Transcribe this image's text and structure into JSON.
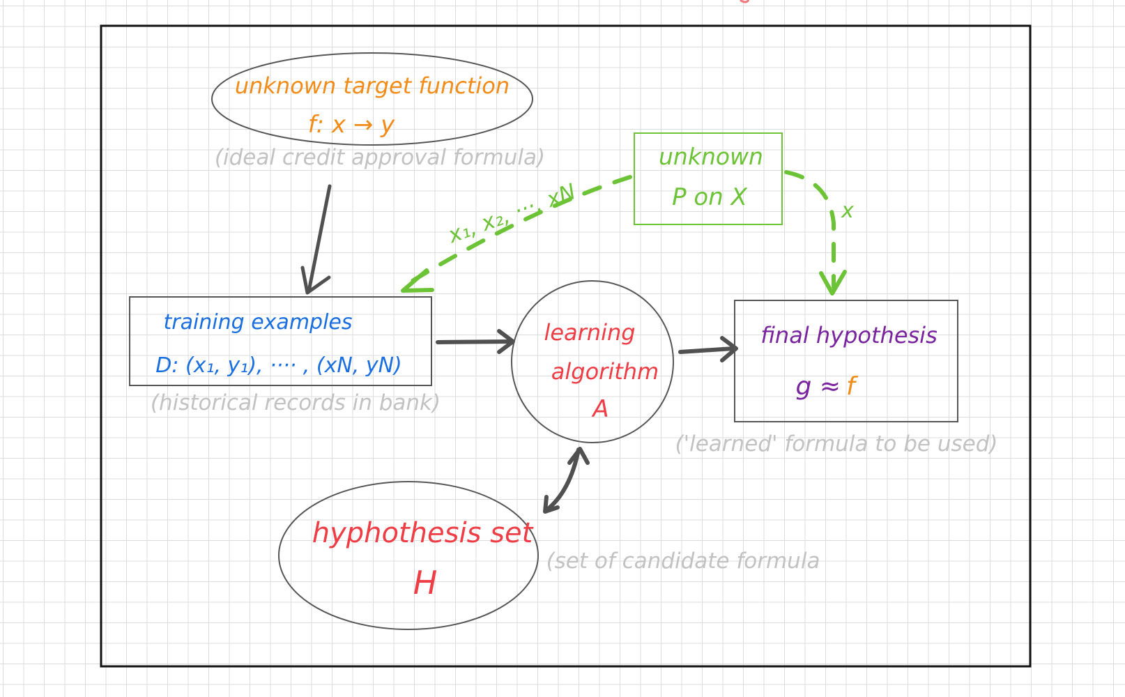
{
  "colors": {
    "orange": "#f28c18",
    "blue": "#1a6fe0",
    "red": "#ef3d45",
    "purple": "#7a239e",
    "green": "#6cc336",
    "gray_note": "#c2c2c2",
    "dark_arrow": "#505050",
    "shape_stroke": "#555555"
  },
  "diagram": {
    "target_function": {
      "title": "unknown target function",
      "formula": "f: x → y",
      "note": "(ideal credit approval formula)"
    },
    "distribution": {
      "title": "unknown",
      "formula": "P on X",
      "samples_label": "x₁, x₂, ···, xN",
      "single_label": "x"
    },
    "training_examples": {
      "title": "training examples",
      "formula": "D: (x₁, y₁), ···· , (xN, yN)",
      "note": "(historical records in bank)"
    },
    "learning_algorithm": {
      "title_line1": "learning",
      "title_line2": "algorithm",
      "symbol": "A"
    },
    "final_hypothesis": {
      "title": "final hypothesis",
      "formula_g": "g ≈",
      "formula_f": "f",
      "note": "('learned' formula to be used)"
    },
    "hypothesis_set": {
      "title": "hyphothesis set",
      "symbol": "H",
      "note": "(set of candidate formula"
    }
  }
}
